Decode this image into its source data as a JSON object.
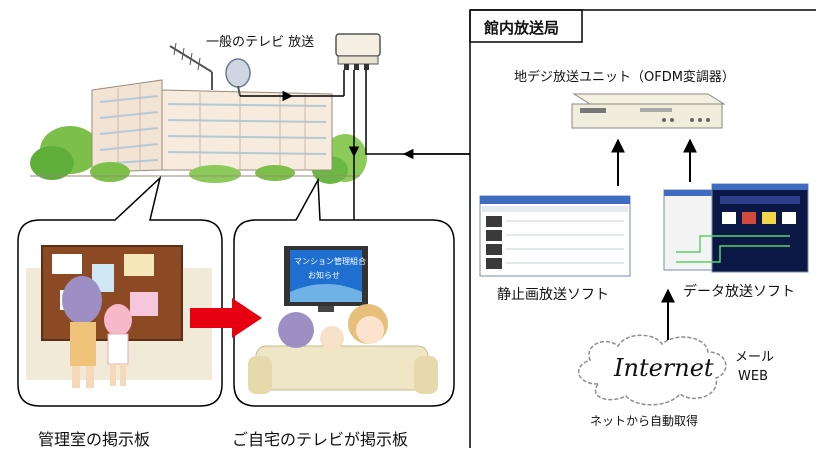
{
  "labels": {
    "general_tv": "一般のテレビ 放送",
    "station_title": "館内放送局",
    "digital_unit": "地デジ放送ユニット（OFDM変調器）",
    "still_software": "静止画放送ソフト",
    "data_software": "データ放送ソフト",
    "internet": "Internet",
    "mail": "メール",
    "web": "WEB",
    "auto_fetch": "ネットから自動取得",
    "office_board": "管理室の掲示板",
    "home_tv_board": "ご自宅のテレビが掲示板"
  },
  "tv_screen": {
    "line1": "マンション管理組合",
    "line2": "お知らせ"
  },
  "colors": {
    "flow_arrow": "#e60012",
    "tv_screen": "#1e6fd0",
    "board": "#8b4a24",
    "sofa": "#efe6c6"
  }
}
